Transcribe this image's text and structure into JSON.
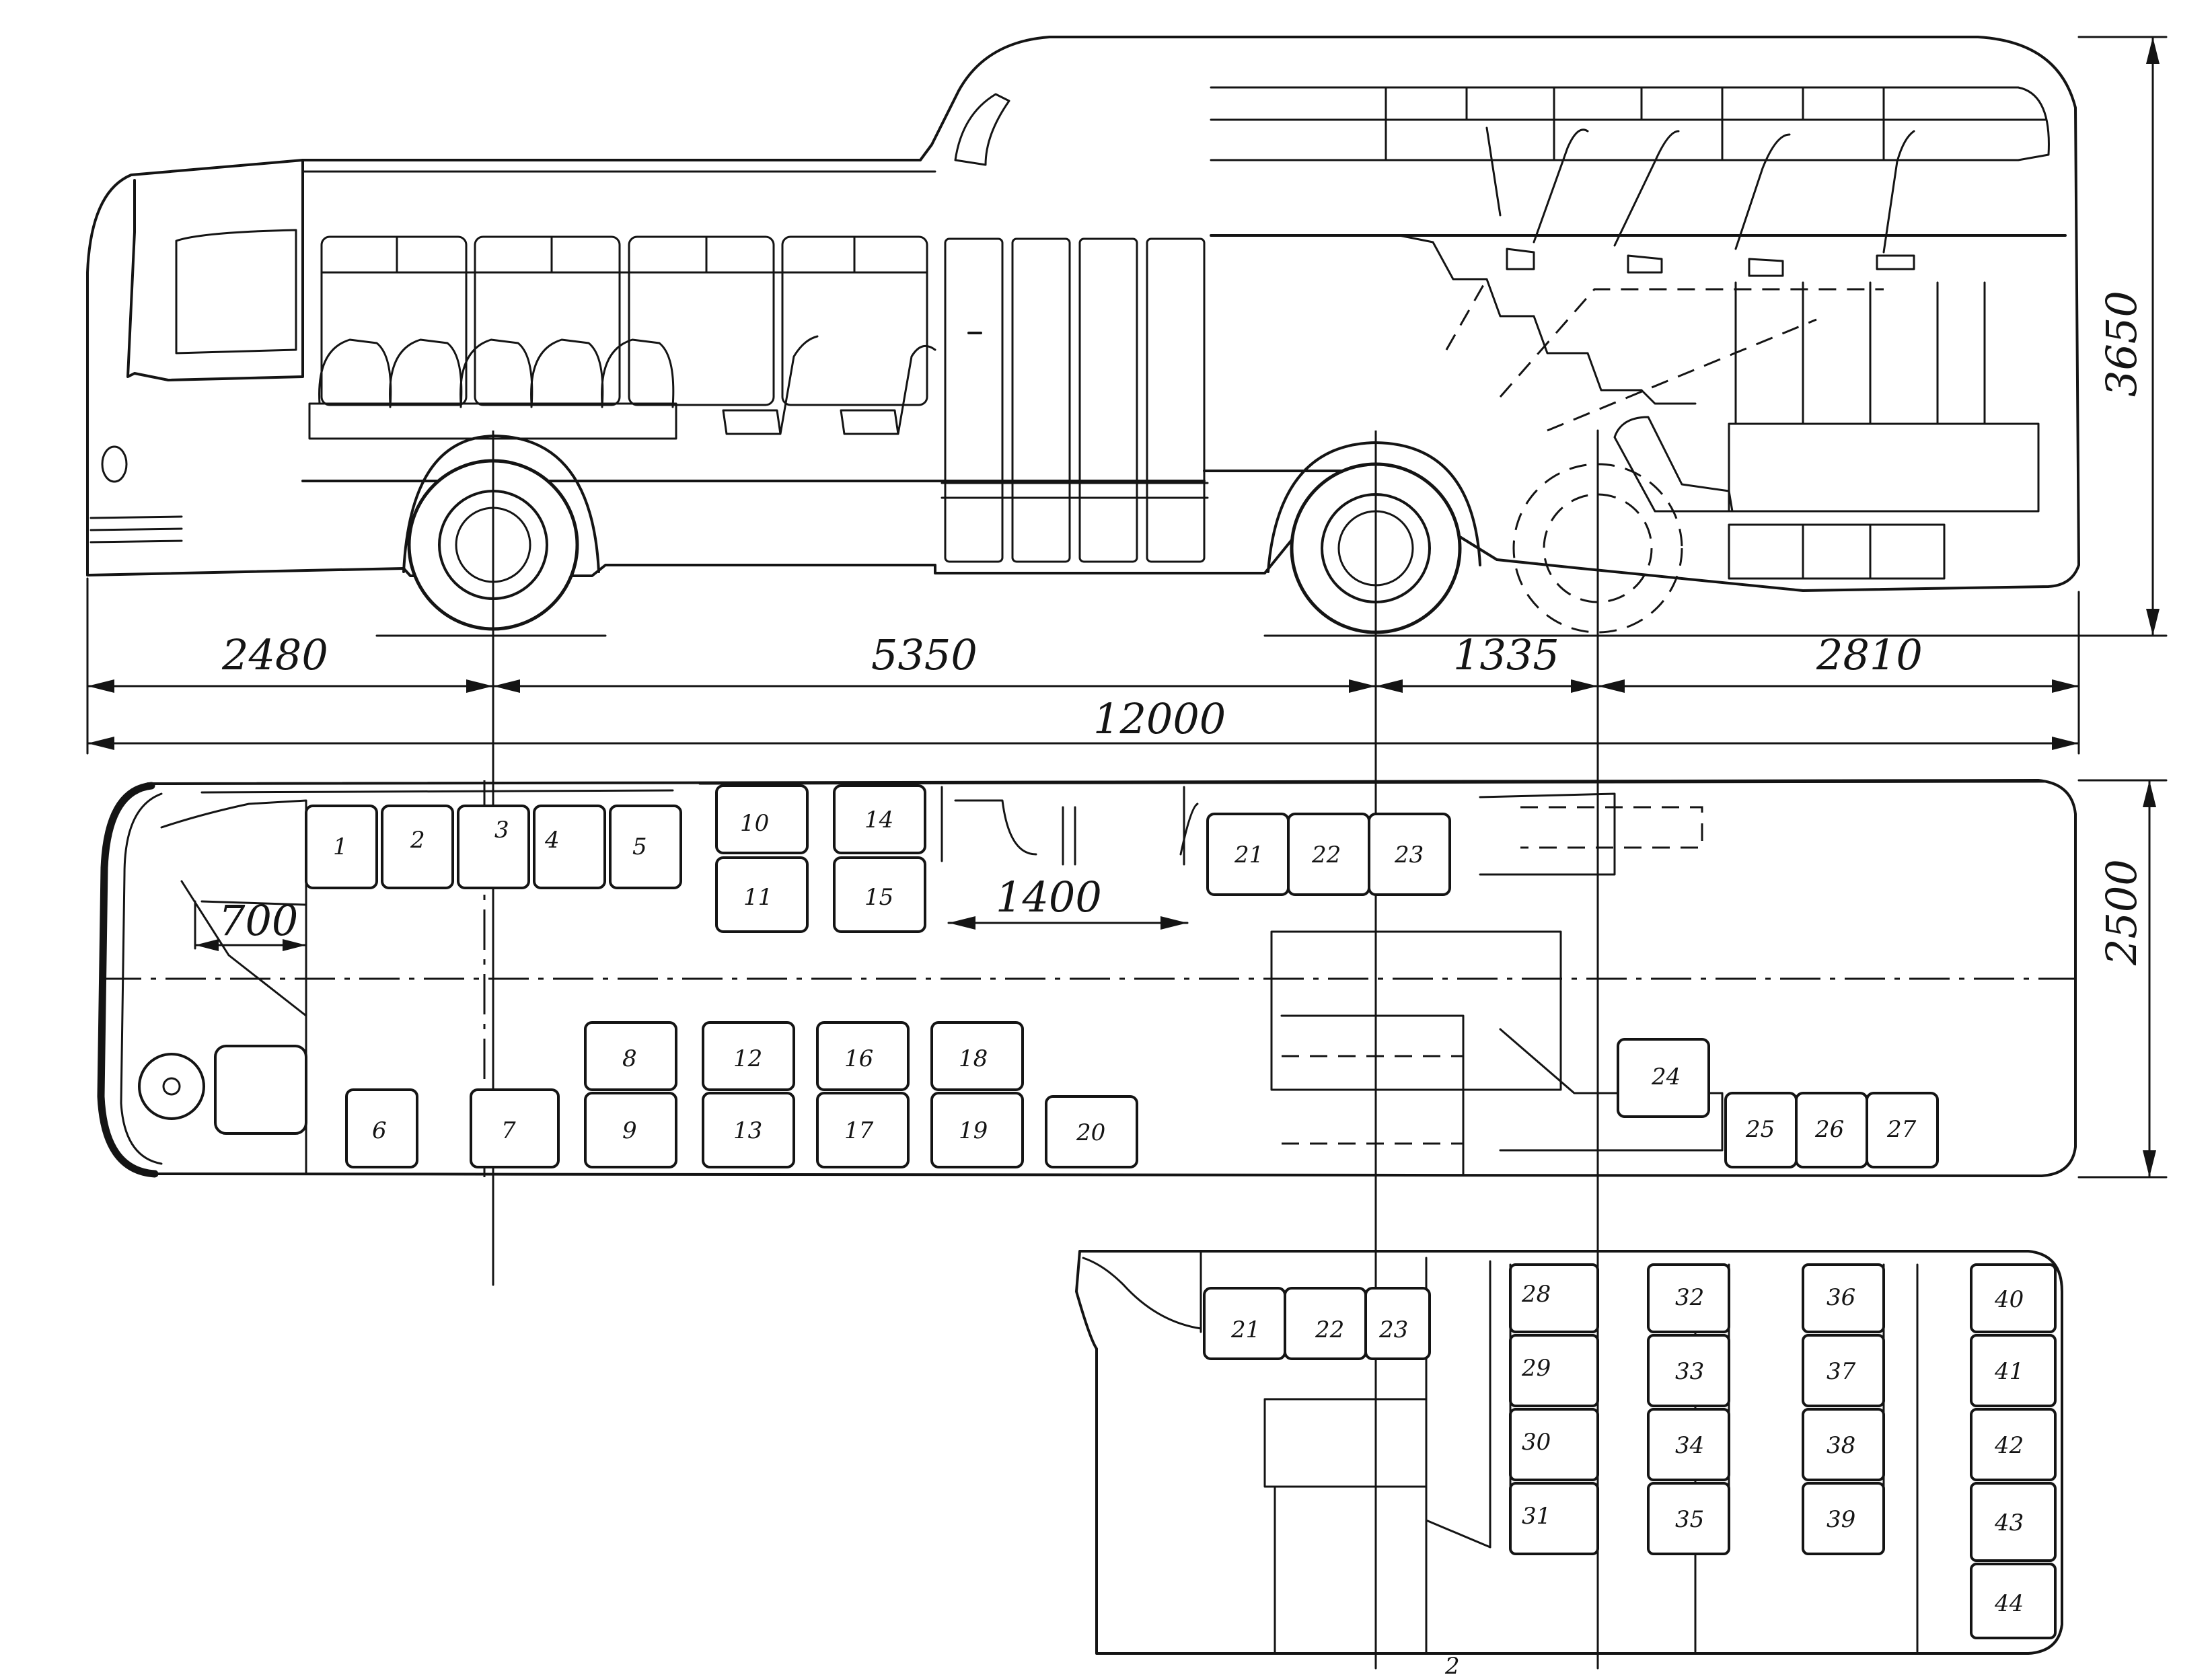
{
  "dimensions": {
    "front_overhang": "2480",
    "wheelbase": "5350",
    "tandem_spacing": "1335",
    "rear_overhang": "2810",
    "overall_length": "12000",
    "overall_height": "3650",
    "overall_width": "2500",
    "door_width": "1400",
    "entrance_depth": "700"
  },
  "lower_deck_seats": [
    "1",
    "2",
    "3",
    "4",
    "5",
    "6",
    "7",
    "8",
    "9",
    "10",
    "11",
    "12",
    "13",
    "14",
    "15",
    "16",
    "17",
    "18",
    "19",
    "20",
    "21",
    "22",
    "23",
    "24",
    "25",
    "26",
    "27"
  ],
  "upper_deck_seats": [
    "21",
    "22",
    "23",
    "28",
    "29",
    "30",
    "31",
    "32",
    "33",
    "34",
    "35",
    "36",
    "37",
    "38",
    "39",
    "40",
    "41",
    "42",
    "43",
    "44"
  ],
  "footer_mark": "2"
}
